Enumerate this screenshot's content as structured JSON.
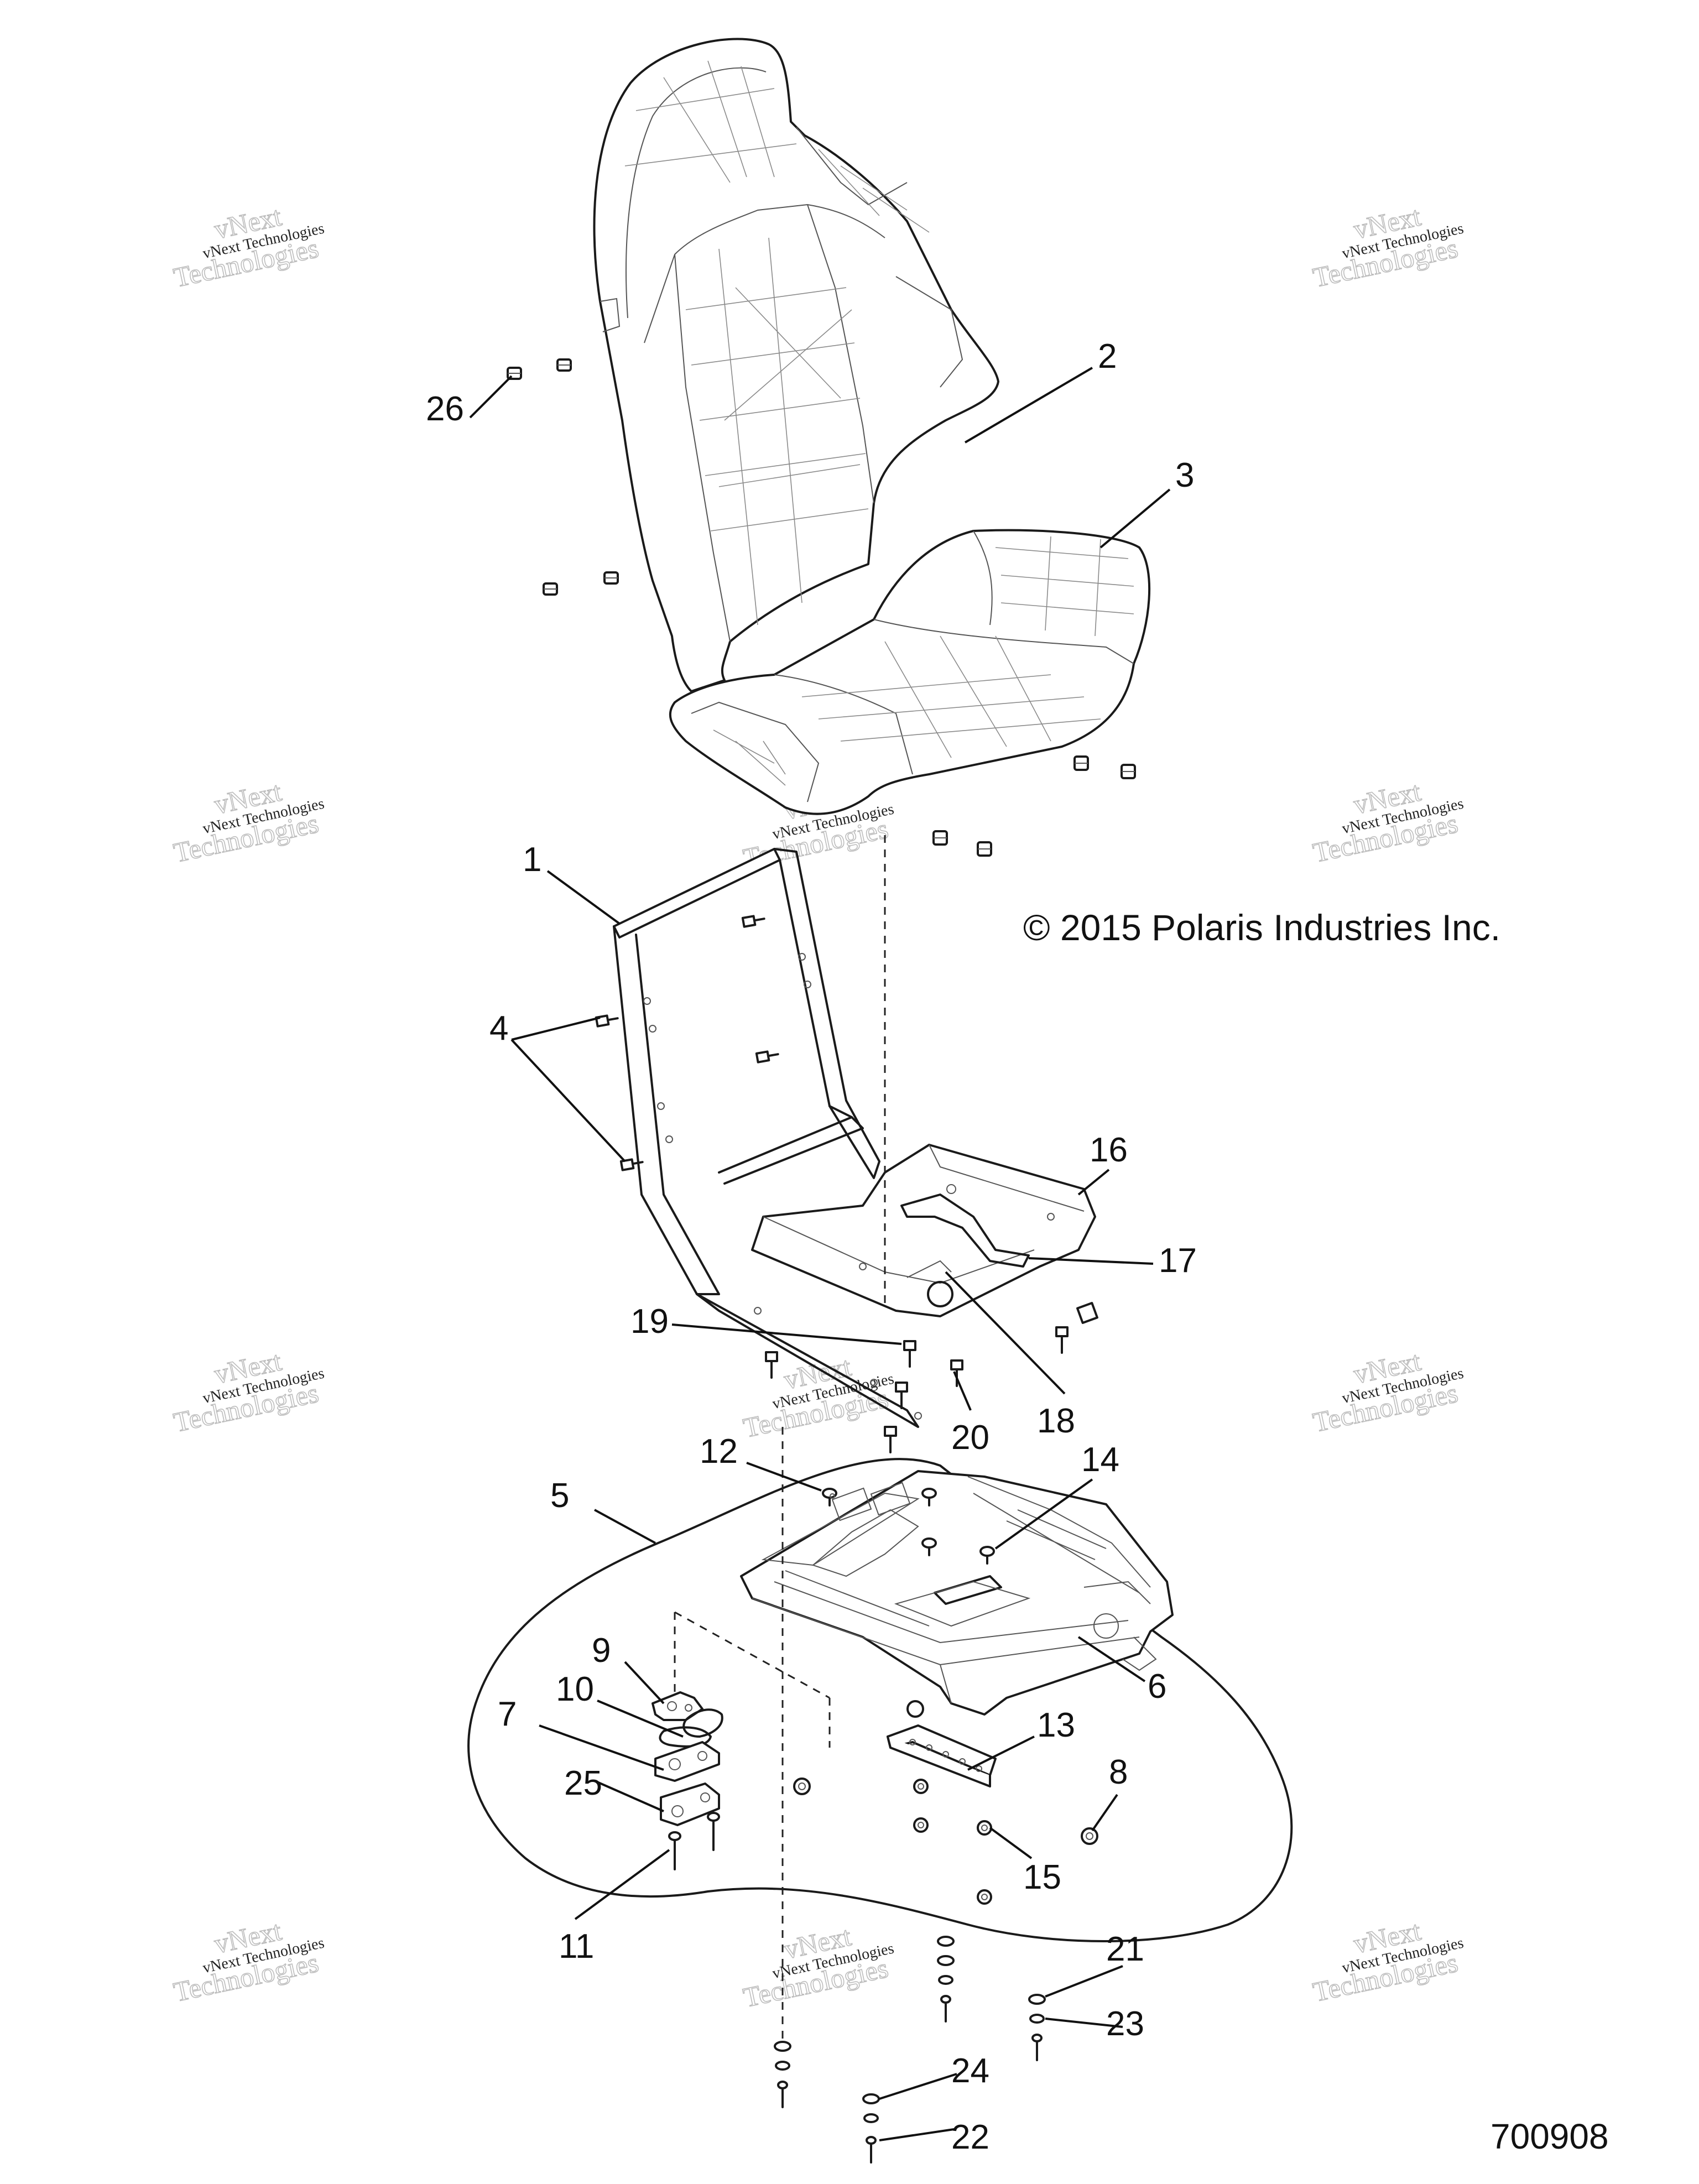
{
  "copyright": "© 2015 Polaris Industries Inc.",
  "diagram_id": "700908",
  "watermark": {
    "line1": "vNext Technologies",
    "line2": "vNext",
    "line3": "Technologies"
  },
  "callouts": [
    "1",
    "2",
    "3",
    "4",
    "5",
    "6",
    "7",
    "8",
    "9",
    "10",
    "11",
    "12",
    "13",
    "14",
    "15",
    "16",
    "17",
    "18",
    "19",
    "20",
    "21",
    "22",
    "23",
    "24",
    "25",
    "26"
  ],
  "parts": {
    "seat_back": "seat-back",
    "seat_cushion": "seat-cushion",
    "seat_frame": "seat-frame",
    "seat_slider": "seat-slider-base",
    "mount_plate": "mount-plate"
  }
}
